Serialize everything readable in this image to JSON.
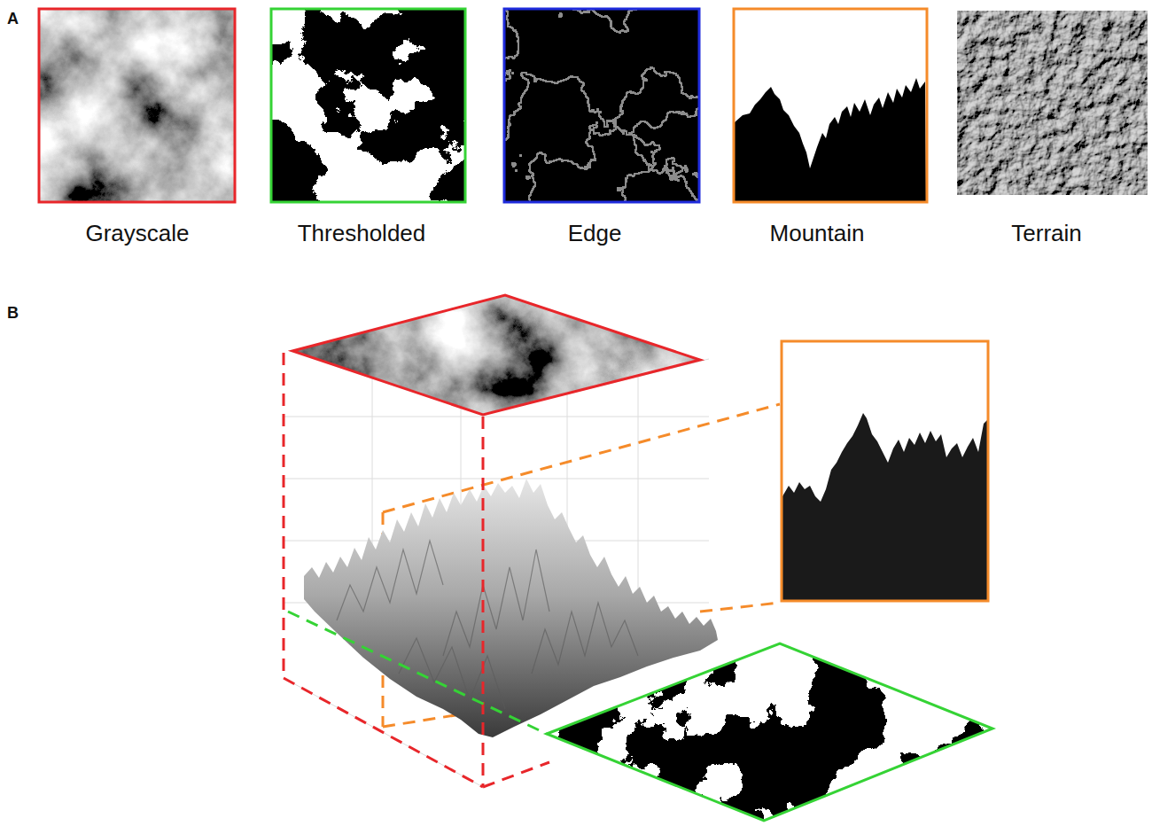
{
  "diagram": {
    "labels": [
      "A",
      "Grayscale",
      "Thresholded",
      "Edge",
      "Mountain",
      "Terrain",
      "B"
    ]
  }
}
